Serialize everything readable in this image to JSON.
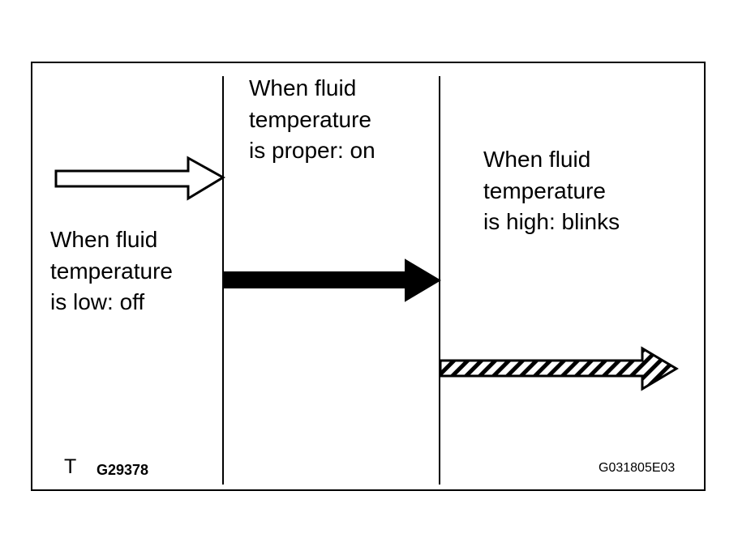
{
  "labels": {
    "low": "When fluid\ntemperature\nis low: off",
    "proper": "When fluid\ntemperature\nis proper: on",
    "high": "When fluid\ntemperature\nis high: blinks"
  },
  "footer": {
    "mark": "T",
    "left_code": "G29378",
    "right_code": "G031805E03"
  },
  "arrows": {
    "low_style": "outline",
    "proper_style": "solid",
    "high_style": "hatched"
  },
  "colors": {
    "ink": "#000000",
    "paper": "#ffffff"
  }
}
